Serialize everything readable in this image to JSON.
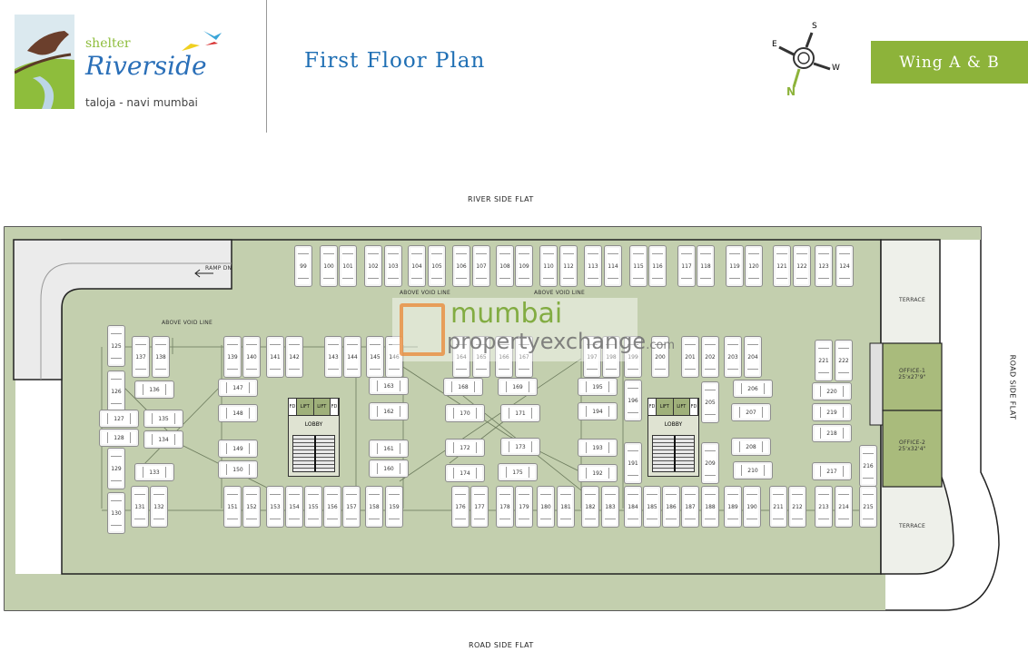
{
  "header": {
    "logo": {
      "brand": "shelter",
      "name": "Riverside",
      "location": "taloja - navi mumbai"
    },
    "title": "First Floor Plan",
    "compass": {
      "n": "N",
      "s": "S",
      "e": "E",
      "w": "W"
    },
    "wing_badge": "Wing A & B",
    "colors": {
      "title": "#1f6fb4",
      "badge": "#8db33a",
      "plan_green": "#c3cfae",
      "compass_n": "#8db33a"
    }
  },
  "plan": {
    "top_label": "RIVER SIDE FLAT",
    "bottom_label": "ROAD SIDE FLAT",
    "right_label": "ROAD SIDE FLAT",
    "ramp": "RAMP DN",
    "void_lines": [
      "ABOVE VOID LINE",
      "ABOVE VOID LINE",
      "ABOVE VOID LINE"
    ],
    "terraces": [
      "TERRACE",
      "TERRACE"
    ],
    "offices": [
      {
        "name": "OFFICE-1",
        "size": "25'x27'9\""
      },
      {
        "name": "OFFICE-2",
        "size": "25'x32'4\""
      }
    ],
    "lobbies": [
      {
        "fd": "FD",
        "lift": "LIFT",
        "lobby": "LOBBY"
      },
      {
        "fd": "FD",
        "lift": "LIFT",
        "lobby": "LOBBY"
      }
    ],
    "spots": [
      "99",
      "100",
      "101",
      "102",
      "103",
      "104",
      "105",
      "106",
      "107",
      "108",
      "109",
      "110",
      "112",
      "113",
      "114",
      "115",
      "116",
      "117",
      "118",
      "119",
      "120",
      "121",
      "122",
      "123",
      "124",
      "125",
      "137",
      "138",
      "139",
      "140",
      "141",
      "142",
      "143",
      "144",
      "145",
      "146",
      "164",
      "165",
      "166",
      "167",
      "197",
      "198",
      "199",
      "200",
      "201",
      "202",
      "203",
      "204",
      "221",
      "222",
      "126",
      "196",
      "205",
      "136",
      "147",
      "163",
      "168",
      "169",
      "195",
      "206",
      "220",
      "127",
      "135",
      "148",
      "162",
      "170",
      "171",
      "194",
      "207",
      "219",
      "128",
      "134",
      "218",
      "149",
      "161",
      "172",
      "173",
      "193",
      "208",
      "129",
      "133",
      "150",
      "160",
      "174",
      "175",
      "192",
      "210",
      "217",
      "191",
      "209",
      "216",
      "130",
      "131",
      "132",
      "151",
      "152",
      "153",
      "154",
      "155",
      "156",
      "157",
      "158",
      "159",
      "176",
      "177",
      "178",
      "179",
      "180",
      "181",
      "182",
      "183",
      "184",
      "185",
      "186",
      "187",
      "188",
      "189",
      "190",
      "211",
      "212",
      "213",
      "214",
      "215"
    ]
  },
  "watermark": {
    "line1": "mumbai",
    "line2": "propertyexchange",
    ".com": ".com"
  }
}
